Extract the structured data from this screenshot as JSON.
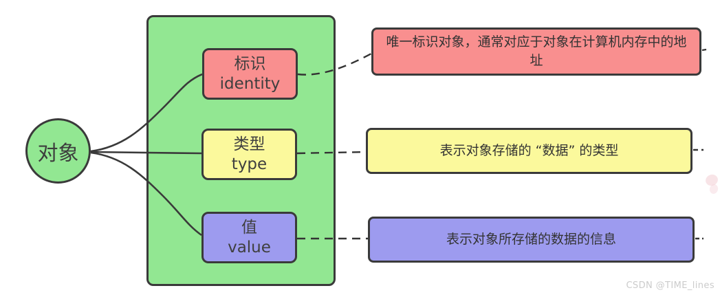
{
  "root": {
    "label": "对象"
  },
  "nodes": [
    {
      "label_zh": "标识",
      "label_en": "identity",
      "color": "#f98f8f"
    },
    {
      "label_zh": "类型",
      "label_en": "type",
      "color": "#fbf99c"
    },
    {
      "label_zh": "值",
      "label_en": "value",
      "color": "#9d9bef"
    }
  ],
  "descriptions": [
    {
      "text": "唯一标识对象，通常对应于对象在计算机内存中的地址",
      "color": "#f98f8f"
    },
    {
      "text": "表示对象存储的 “数据” 的类型",
      "color": "#fbf99c"
    },
    {
      "text": "表示对象所存储的数据的信息",
      "color": "#9d9bef"
    }
  ],
  "connections": [
    {
      "from": "对象",
      "to": "标识 identity",
      "style": "solid"
    },
    {
      "from": "对象",
      "to": "类型 type",
      "style": "solid"
    },
    {
      "from": "对象",
      "to": "值 value",
      "style": "solid"
    },
    {
      "from": "标识 identity",
      "to": "唯一标识对象，通常对应于对象在计算机内存中的地址",
      "style": "dashed"
    },
    {
      "from": "类型 type",
      "to": "表示对象存储的 “数据” 的类型",
      "style": "dashed"
    },
    {
      "from": "值 value",
      "to": "表示对象所存储的数据的信息",
      "style": "dashed"
    }
  ],
  "watermark": "CSDN @TIME_lines",
  "colors": {
    "node_green": "#92e792",
    "outline": "#3a3a3a",
    "pink": "#f98f8f",
    "yellow": "#fbf99c",
    "purple": "#9d9bef",
    "watermark_gray": "#cbcbcb"
  }
}
